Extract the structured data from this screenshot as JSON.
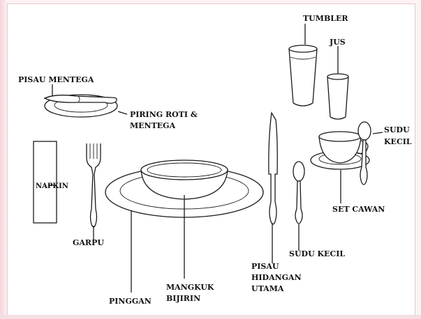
{
  "labels": {
    "tumbler": "TUMBLER",
    "jus": "JUS",
    "pisau_mentega": "PISAU MENTEGA",
    "piring_roti_1": "PIRING ROTI &",
    "piring_roti_2": "MENTEGA",
    "sudu_kecil_top_1": "SUDU",
    "sudu_kecil_top_2": "KECIL",
    "napkin": "NAPKIN",
    "set_cawan": "SET CAWAN",
    "garpu": "GARPU",
    "sudu_kecil_bottom": "SUDU KECIL",
    "pisau_hidangan_1": "PISAU",
    "pisau_hidangan_2": "HIDANGAN",
    "pisau_hidangan_3": "UTAMA",
    "mangkuk_1": "MANGKUK",
    "mangkuk_2": "BIJIRIN",
    "pinggan": "PINGGAN"
  },
  "colors": {
    "background_tint": "#fdf2f4",
    "line": "#1a1a1a"
  }
}
